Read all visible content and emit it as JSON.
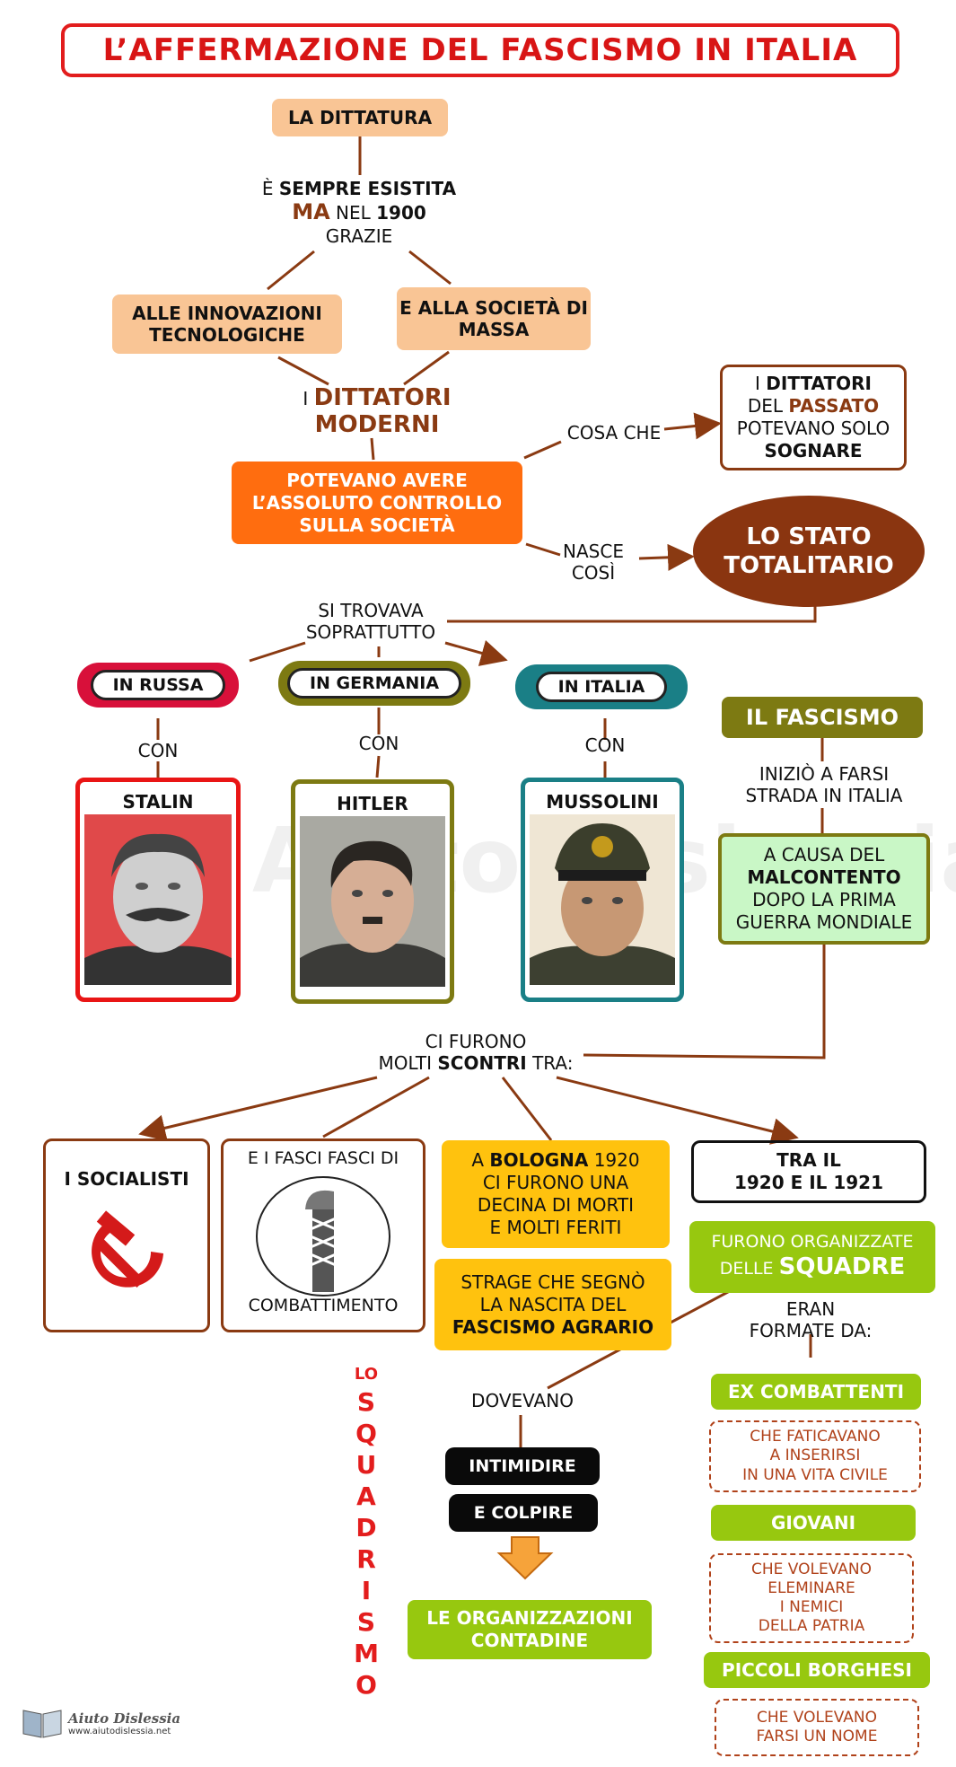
{
  "title": "L’AFFERMAZIONE DEL FASCISMO IN ITALIA",
  "dittatura": "LA DITTATURA",
  "sempre": {
    "pre": "È ",
    "bold": "SEMPRE ESISTITA",
    "ma": "MA",
    "nel": " NEL ",
    "year": "1900",
    "grazie": "GRAZIE"
  },
  "innovazioni": "ALLE INNOVAZIONI TECNOLOGICHE",
  "societa_massa": "E ALLA SOCIETÀ DI MASSA",
  "dittatori_moderni": {
    "pre": "I ",
    "main": "DITTATORI",
    "line2": "MODERNI"
  },
  "controllo": "POTEVANO AVERE L’ASSOLUTO CONTROLLO SULLA SOCIETÀ",
  "cosa_che": "COSA CHE",
  "passato": {
    "l1a": "I ",
    "l1b": "DITTATORI",
    "l2a": "DEL ",
    "l2b": "PASSATO",
    "l3": "POTEVANO SOLO",
    "l4": "SOGNARE"
  },
  "nasce": {
    "l1": "NASCE",
    "l2": "COSÌ"
  },
  "stato": {
    "l1": "LO STATO",
    "l2": "TOTALITARIO"
  },
  "trovava": {
    "l1": "SI TROVAVA",
    "l2": "SOPRATTUTTO"
  },
  "countries": [
    {
      "label": "IN RUSSA",
      "con": "CON",
      "leader": "STALIN",
      "color": "#d8103a"
    },
    {
      "label": "IN GERMANIA",
      "con": "CON",
      "leader": "HITLER",
      "color": "#7d7a12"
    },
    {
      "label": "IN ITALIA",
      "con": "CON",
      "leader": "MUSSOLINI",
      "color": "#1a7f86"
    }
  ],
  "fascismo": "IL FASCISMO",
  "inizio": {
    "l1": "INIZIÒ A FARSI",
    "l2": "STRADA IN ITALIA"
  },
  "malcontento": {
    "l1": "A CAUSA DEL",
    "l2": "MALCONTENTO",
    "l3": "DOPO LA PRIMA",
    "l4": "GUERRA MONDIALE"
  },
  "scontri": {
    "l1": "CI FURONO",
    "l2a": "MOLTI ",
    "l2b": "SCONTRI",
    "l2c": " TRA:"
  },
  "socialisti": "I SOCIALISTI",
  "fasci": {
    "top": "E I FASCI FASCI DI",
    "bottom": "COMBATTIMENTO"
  },
  "bologna": {
    "a": "A ",
    "b": "BOLOGNA",
    "c": " 1920",
    "l2": "CI FURONO UNA",
    "l3": "DECINA DI MORTI",
    "l4": "E MOLTI FERITI"
  },
  "strage": {
    "l1": "STRAGE CHE SEGNÒ",
    "l2": "LA NASCITA DEL",
    "l3": "FASCISMO AGRARIO"
  },
  "tra": {
    "l1": "TRA IL",
    "l2": "1920 E IL 1921"
  },
  "squadre": {
    "l1": "FURONO ORGANIZZATE",
    "l2a": "DELLE ",
    "l2b": "SQUADRE"
  },
  "eran": {
    "l1": "ERAN",
    "l2": "FORMATE DA:"
  },
  "squadrismo": {
    "lo": "LO",
    "letters": [
      "S",
      "Q",
      "U",
      "A",
      "D",
      "R",
      "I",
      "S",
      "M",
      "O"
    ]
  },
  "dovevano": "DOVEVANO",
  "intimidire": "INTIMIDIRE",
  "colpire": "E COLPIRE",
  "organizzazioni": {
    "l1": "LE ORGANIZZAZIONI",
    "l2": "CONTADINE"
  },
  "groups": [
    {
      "label": "EX COMBATTENTI",
      "desc": [
        "CHE FATICAVANO",
        "A INSERIRSI",
        "IN UNA VITA CIVILE"
      ]
    },
    {
      "label": "GIOVANI",
      "desc": [
        "CHE VOLEVANO",
        "ELEMINARE",
        "I NEMICI",
        "DELLA  PATRIA"
      ]
    },
    {
      "label": "PICCOLI BORGHESI",
      "desc": [
        "CHE VOLEVANO",
        "FARSI UN NOME"
      ]
    }
  ],
  "logo": {
    "name": "Aiuto Dislessia",
    "url": "www.aiutodislessia.net"
  },
  "watermark": "Dr. Aiuto Dislessia.net",
  "colors": {
    "brown": "#8a3a12",
    "orange": "#ff6d0f",
    "olive": "#7d7a12",
    "lime": "#97c80f",
    "yellow": "#ffc20e",
    "red": "#e31d1d"
  }
}
